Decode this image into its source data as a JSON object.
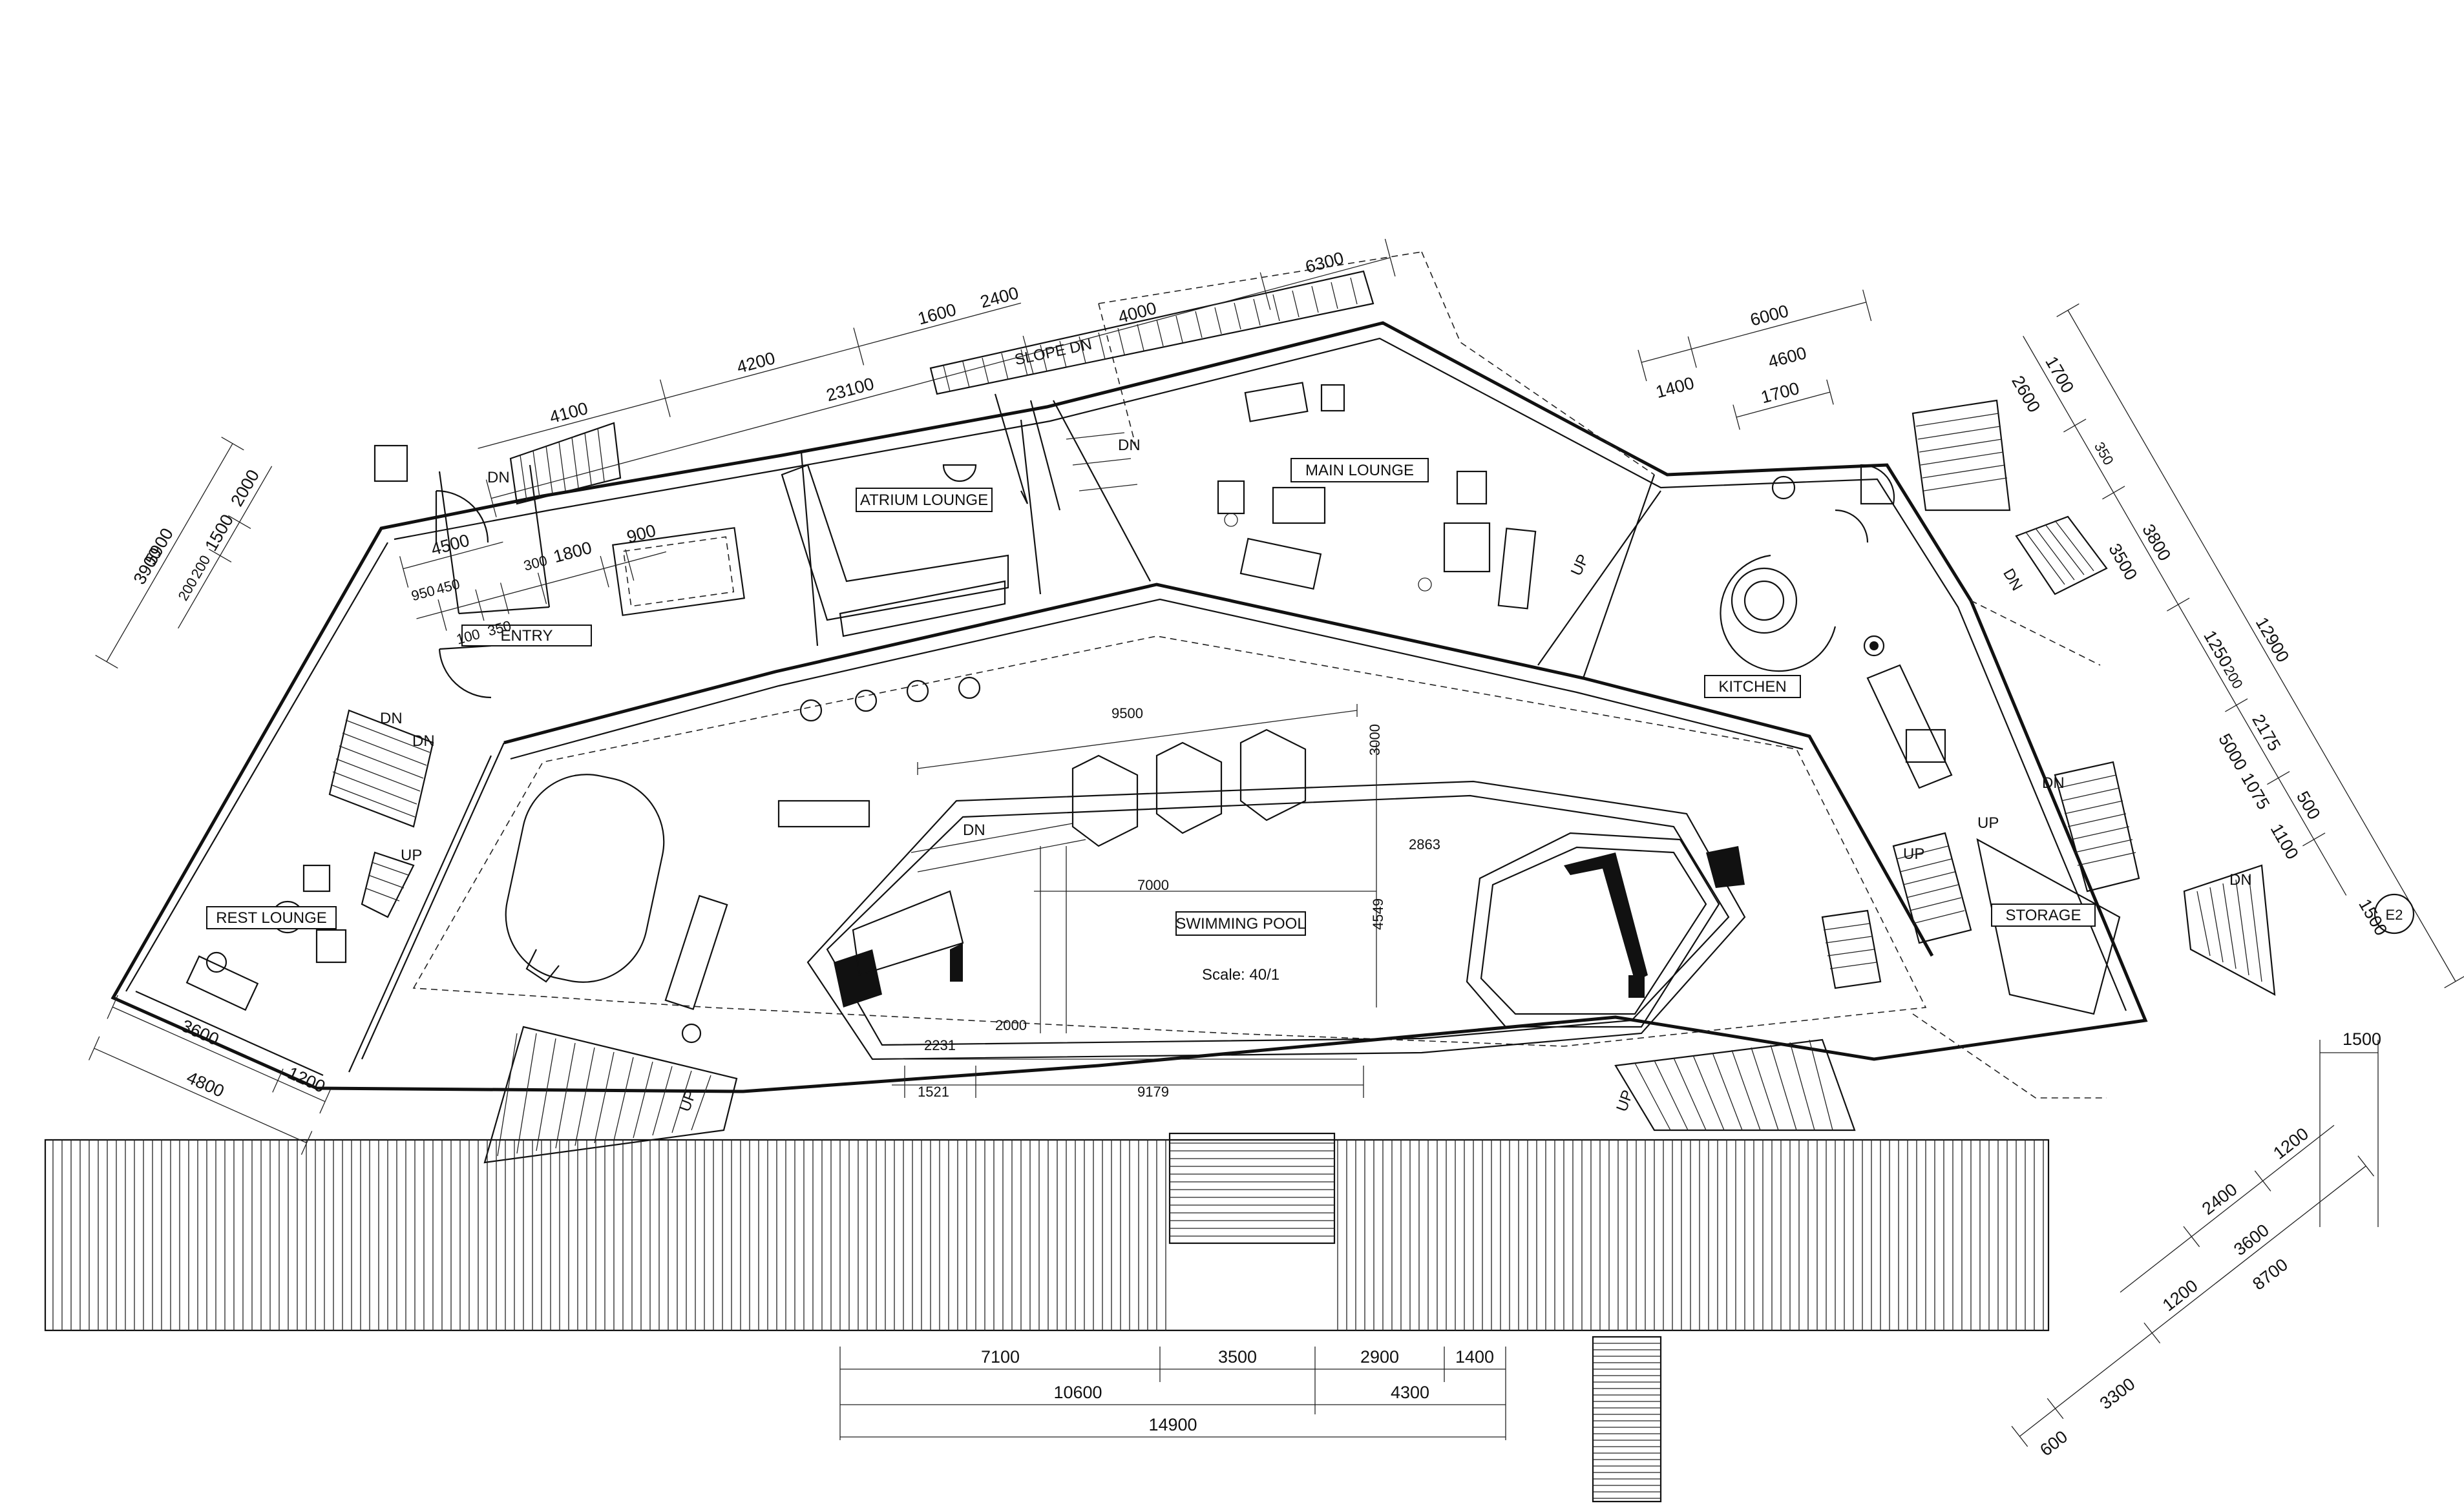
{
  "rooms": {
    "entry": "ENTRY",
    "atrium_lounge": "ATRIUM LOUNGE",
    "main_lounge": "MAIN LOUNGE",
    "kitchen": "KITCHEN",
    "rest_lounge": "REST LOUNGE",
    "swimming_pool": "SWIMMING POOL",
    "storage": "STORAGE"
  },
  "annotations": {
    "scale": "Scale: 40/1",
    "slope_dn": "SLOPE DN",
    "section_mark": "E2"
  },
  "stair_labels": {
    "dn": "DN",
    "up": "UP"
  },
  "dimensions": {
    "top_chain_upper": [
      "23100",
      "4000",
      "6300"
    ],
    "top_chain_mid": [
      "4100",
      "4200",
      "1600",
      "2400"
    ],
    "top_chain_lower": [
      "4500",
      "1800",
      "900"
    ],
    "top_chain_small": [
      "950",
      "450",
      "100",
      "350",
      "300"
    ],
    "kitchen_top": [
      "6000",
      "1400",
      "4600",
      "1700"
    ],
    "left_side": [
      "5900",
      "2000",
      "3900",
      "1500",
      "200",
      "200"
    ],
    "right_side": [
      "12900",
      "2600",
      "1700",
      "3800",
      "350",
      "3500",
      "1250",
      "200",
      "5000",
      "2175",
      "500",
      "1075",
      "1100",
      "1500"
    ],
    "rest_bottom": [
      "3600",
      "4800",
      "1200"
    ],
    "bottom_chain_1": [
      "7100",
      "3500",
      "2900",
      "1400"
    ],
    "bottom_chain_2": [
      "10600",
      "4300"
    ],
    "bottom_chain_3": [
      "14900"
    ],
    "bottom_right": [
      "1500",
      "1200",
      "2400",
      "3600",
      "1200",
      "600",
      "3300",
      "8700"
    ],
    "pool_small": [
      "9500",
      "7000",
      "9179",
      "1521",
      "2231",
      "2000",
      "2863",
      "4549",
      "3000"
    ]
  }
}
